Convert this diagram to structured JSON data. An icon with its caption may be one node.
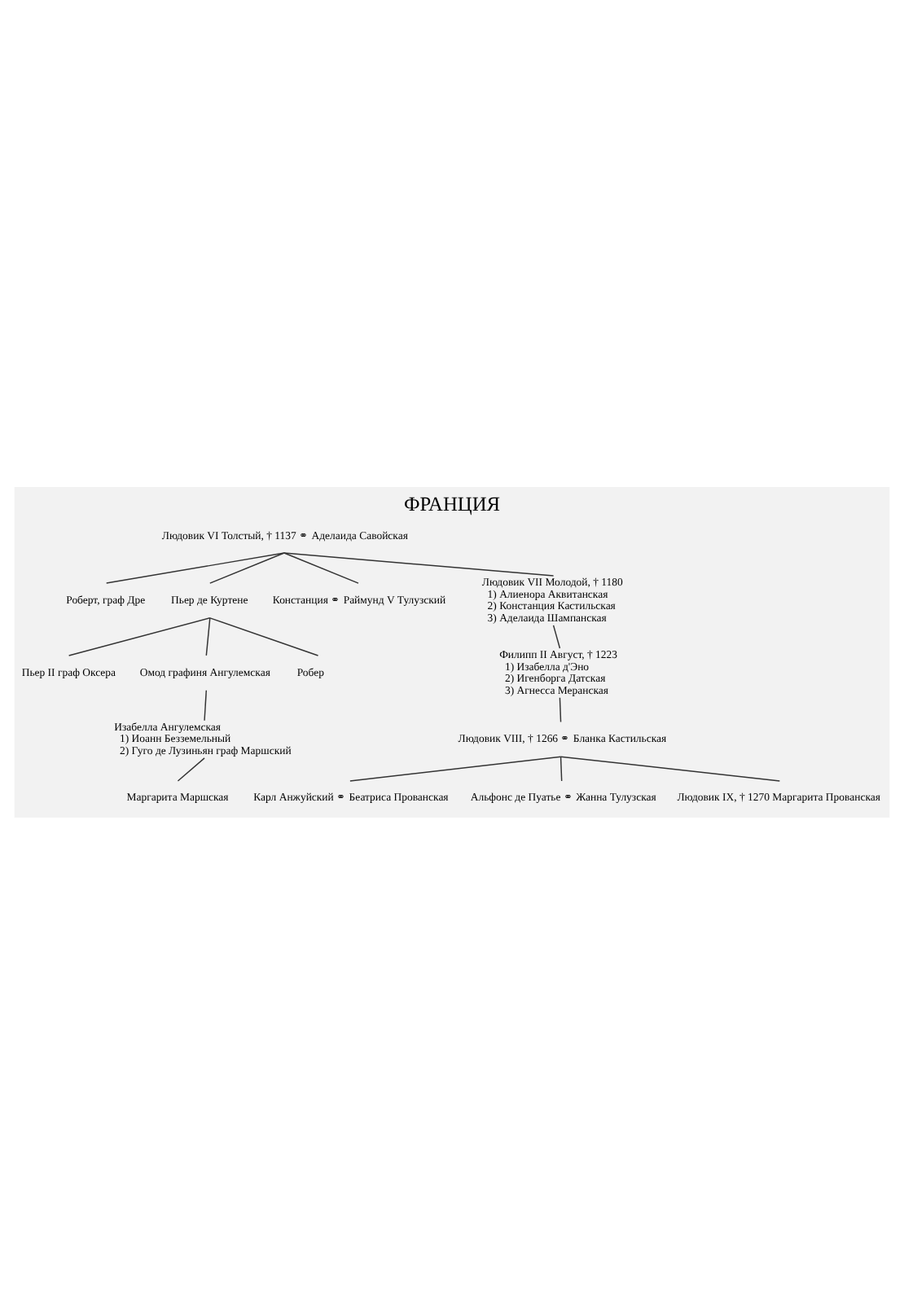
{
  "diagram": {
    "title": "ФРАНЦИЯ",
    "nodes": [
      {
        "text": [
          "Людовик VI Толстый, † 1137 ⚭ Аделаида Савойская"
        ]
      },
      {
        "text": [
          "Роберт, граф Дре"
        ]
      },
      {
        "text": [
          "Пьер де Куртене"
        ]
      },
      {
        "text": [
          "Констанция ⚭ Раймунд V Тулузский"
        ]
      },
      {
        "text": [
          "Людовик VII Молодой, † 1180",
          "1) Алиенора Аквитанская",
          "2) Констанция Кастильская",
          "3) Аделаида Шампанская"
        ]
      },
      {
        "text": [
          "Пьер II граф Оксера"
        ]
      },
      {
        "text": [
          "Омод графиня Ангулемская"
        ]
      },
      {
        "text": [
          "Робер"
        ]
      },
      {
        "text": [
          "Изабелла Ангулемская",
          "1) Иоанн Безземельный",
          "2) Гуго де Лузиньян граф Маршский"
        ]
      },
      {
        "text": [
          "Маргарита Маршская"
        ]
      },
      {
        "text": [
          "Филипп II Август, † 1223",
          "1) Изабелла д'Эно",
          "2) Игенборга Датская",
          "3) Агнесса Меранская"
        ]
      },
      {
        "text": [
          "Людовик VIII, † 1266 ⚭ Бланка Кастильская"
        ]
      },
      {
        "text": [
          "Карл Анжуйский ⚭ Беатриса Прованская"
        ]
      },
      {
        "text": [
          "Альфонс де Пуатье ⚭ Жанна Тулузская"
        ]
      },
      {
        "text": [
          "Людовик IX, † 1270 Маргарита Прованская"
        ]
      }
    ],
    "edges": [
      {
        "from": 0,
        "to": 4,
        "arrow": "none"
      },
      {
        "from": 0,
        "to": 1,
        "arrow": "none"
      },
      {
        "from": 0,
        "to": 2,
        "arrow": "none"
      },
      {
        "from": 0,
        "to": 3,
        "arrow": "none"
      },
      {
        "from": 2,
        "to": 5,
        "arrow": "none"
      },
      {
        "from": 2,
        "to": 6,
        "arrow": "none"
      },
      {
        "from": 2,
        "to": 7,
        "arrow": "none"
      },
      {
        "from": 4,
        "to": 10,
        "arrow": "none"
      },
      {
        "from": 6,
        "to": 8,
        "arrow": "none"
      },
      {
        "from": 8,
        "to": 9,
        "arrow": "none"
      },
      {
        "from": 10,
        "to": 11,
        "arrow": "none"
      },
      {
        "from": 11,
        "to": 14,
        "arrow": "none"
      },
      {
        "from": 11,
        "to": 12,
        "arrow": "none"
      },
      {
        "from": 11,
        "to": 13,
        "arrow": "none"
      }
    ]
  }
}
